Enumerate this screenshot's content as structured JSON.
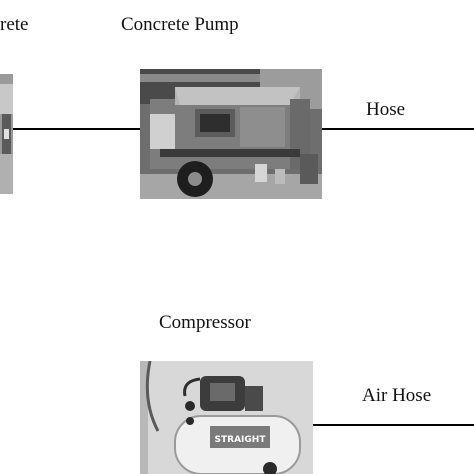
{
  "diagram": {
    "labels": {
      "left_cut": "rete",
      "concrete_pump": "Concrete Pump",
      "hose": "Hose",
      "compressor": "Compressor",
      "air_hose": "Air Hose"
    },
    "photo_text": {
      "compressor_brand": "STRAIGHT"
    }
  }
}
